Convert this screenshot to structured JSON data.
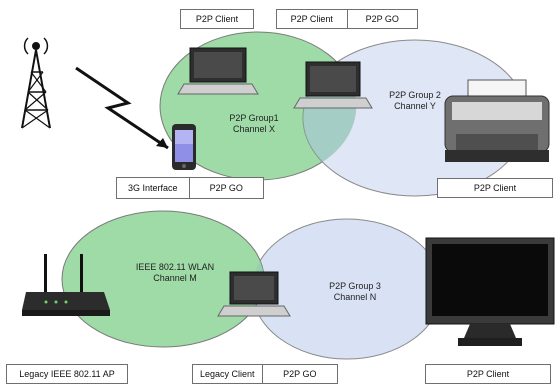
{
  "labels": {
    "top_client": "P2P Client",
    "top_pair_client": "P2P Client",
    "top_pair_go": "P2P GO",
    "interface_3g": "3G Interface",
    "interface_3g_go": "P2P GO",
    "printer_client": "P2P Client",
    "legacy_ap": "Legacy IEEE 802.11 AP",
    "legacy_client": "Legacy Client",
    "legacy_go": "P2P GO",
    "monitor_client": "P2P Client"
  },
  "groups": {
    "group1": {
      "name": "P2P Group1",
      "channel": "Channel X",
      "color": "#9fdba7"
    },
    "group2": {
      "name": "P2P Group 2",
      "channel": "Channel Y",
      "color": "#d9e2f5"
    },
    "wlan": {
      "name": "IEEE 802.11 WLAN",
      "channel": "Channel M",
      "color": "#9fdba7"
    },
    "group3": {
      "name": "P2P Group 3",
      "channel": "Channel N",
      "color": "#d9e2f5"
    }
  },
  "icons": {
    "tower": "cell-tower-icon",
    "bolt": "lightning-icon",
    "phone": "smartphone-icon",
    "laptop": "laptop-icon",
    "printer": "printer-icon",
    "router": "wireless-router-icon",
    "monitor": "monitor-icon"
  }
}
